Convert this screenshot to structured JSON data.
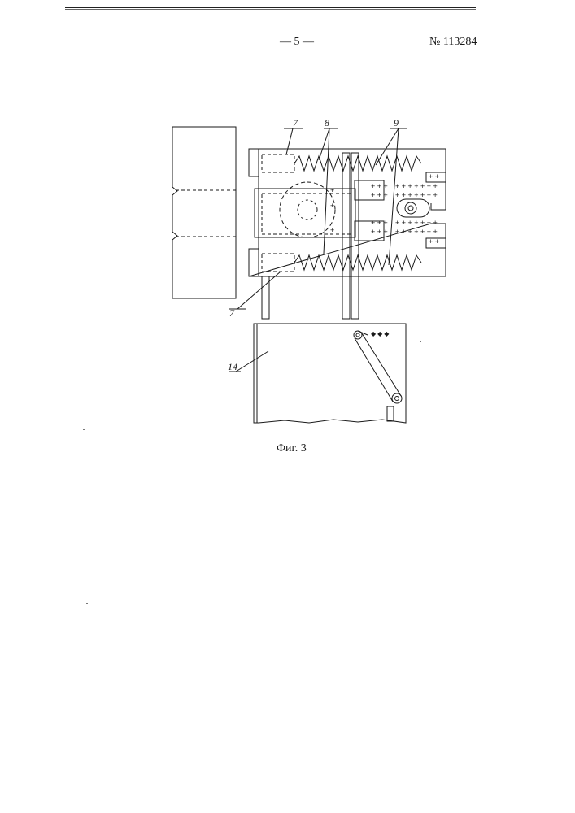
{
  "header": {
    "page_number": "— 5 —",
    "patent_number": "№ 113284"
  },
  "figure": {
    "caption": "Фиг. 3",
    "labels": {
      "label_7_top": "7",
      "label_8": "8",
      "label_9": "9",
      "label_7_bottom": "7",
      "label_14": "14"
    }
  }
}
